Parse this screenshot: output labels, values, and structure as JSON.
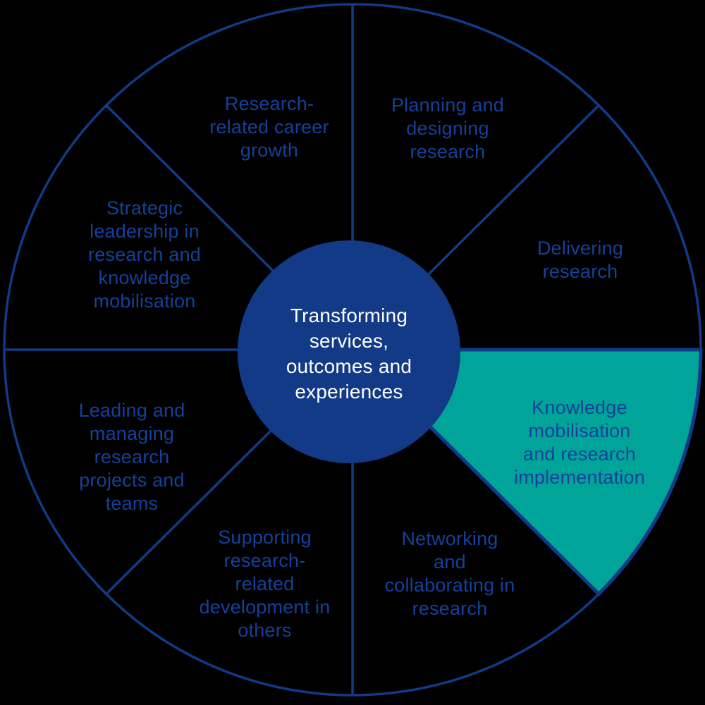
{
  "colors": {
    "background": "#000000",
    "navy": "#133a86",
    "teal": "#00a499",
    "segment_label": "#16409a",
    "center_label": "#ffffff"
  },
  "center_circle": {
    "label": "Transforming\nservices,\noutcomes and\nexperiences"
  },
  "segments": [
    {
      "name": "planning-and-designing-research",
      "label": "Planning and\ndesigning\nresearch",
      "highlighted": false
    },
    {
      "name": "delivering-research",
      "label": "Delivering\nresearch",
      "highlighted": false
    },
    {
      "name": "knowledge-mobilisation-and-research-implementation",
      "label": "Knowledge\nmobilisation\nand research\nimplementation",
      "highlighted": true
    },
    {
      "name": "networking-and-collaborating-in-research",
      "label": "Networking\nand\ncollaborating in\nresearch",
      "highlighted": false
    },
    {
      "name": "supporting-research-related-development-in-others",
      "label": "Supporting\nresearch-\nrelated\ndevelopment in\nothers",
      "highlighted": false
    },
    {
      "name": "leading-and-managing-research-projects-and-teams",
      "label": "Leading and\nmanaging\nresearch\nprojects and\nteams",
      "highlighted": false
    },
    {
      "name": "strategic-leadership-in-research-and-knowledge-mobilisation",
      "label": "Strategic\nleadership in\nresearch and\nknowledge\nmobilisation",
      "highlighted": false
    },
    {
      "name": "research-related-career-growth",
      "label": "Research-\nrelated career\ngrowth",
      "highlighted": false
    }
  ]
}
